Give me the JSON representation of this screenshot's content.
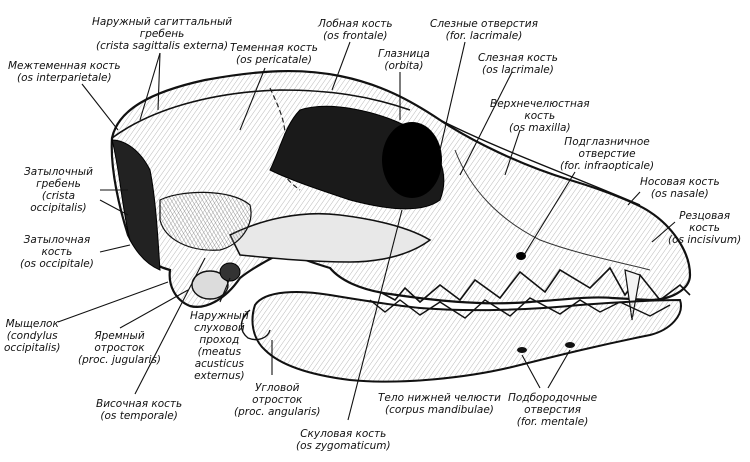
{
  "labels": {
    "crista_sagittalis": [
      "Наружный сагиттальный",
      "гребень",
      "(crista sagittalis externa)"
    ],
    "interparietale": [
      "Межтеменная кость",
      "(os interparietale)"
    ],
    "pericatale": [
      "Теменная кость",
      "(os pericatale)"
    ],
    "frontale": [
      "Лобная кость",
      "(os frontale)"
    ],
    "orbita": [
      "Глазница",
      "(orbita)"
    ],
    "for_lacrimale": [
      "Слезные отверстия",
      "(for. lacrimale)"
    ],
    "os_lacrimale": [
      "Слезная кость",
      "(os lacrimale)"
    ],
    "maxilla": [
      "Верхнечелюстная",
      "кость",
      "(os maxilla)"
    ],
    "infraopticale": [
      "Подглазничное",
      "отверстие",
      "(for. infraopticale)"
    ],
    "nasale": [
      "Носовая кость",
      "(os nasale)"
    ],
    "incisivum": [
      "Резцовая",
      "кость",
      "(os incisivum)"
    ],
    "crista_occipitalis": [
      "Затылочный",
      "гребень",
      "(crista",
      "occipitalis)"
    ],
    "occipitale": [
      "Затылочная",
      "кость",
      "(os occipitale)"
    ],
    "condylus": [
      "Мыщелок",
      "(condylus",
      "occipitalis)"
    ],
    "jugularis": [
      "Яремный",
      "отросток",
      "(proc. jugularis)"
    ],
    "meatus": [
      "Наружный",
      "слуховой",
      "проход",
      "(meatus",
      "acusticus",
      "externus)"
    ],
    "temporale": [
      "Височная кость",
      "(os temporale)"
    ],
    "angularis": [
      "Угловой",
      "отросток",
      "(proc. angularis)"
    ],
    "zygomaticum": [
      "Скуловая кость",
      "(os zygomaticum)"
    ],
    "mandibulae": [
      "Тело нижней челюсти",
      "(corpus mandibulae)"
    ],
    "mentale": [
      "Подбородочные",
      "отверстия",
      "(for. mentale)"
    ]
  }
}
